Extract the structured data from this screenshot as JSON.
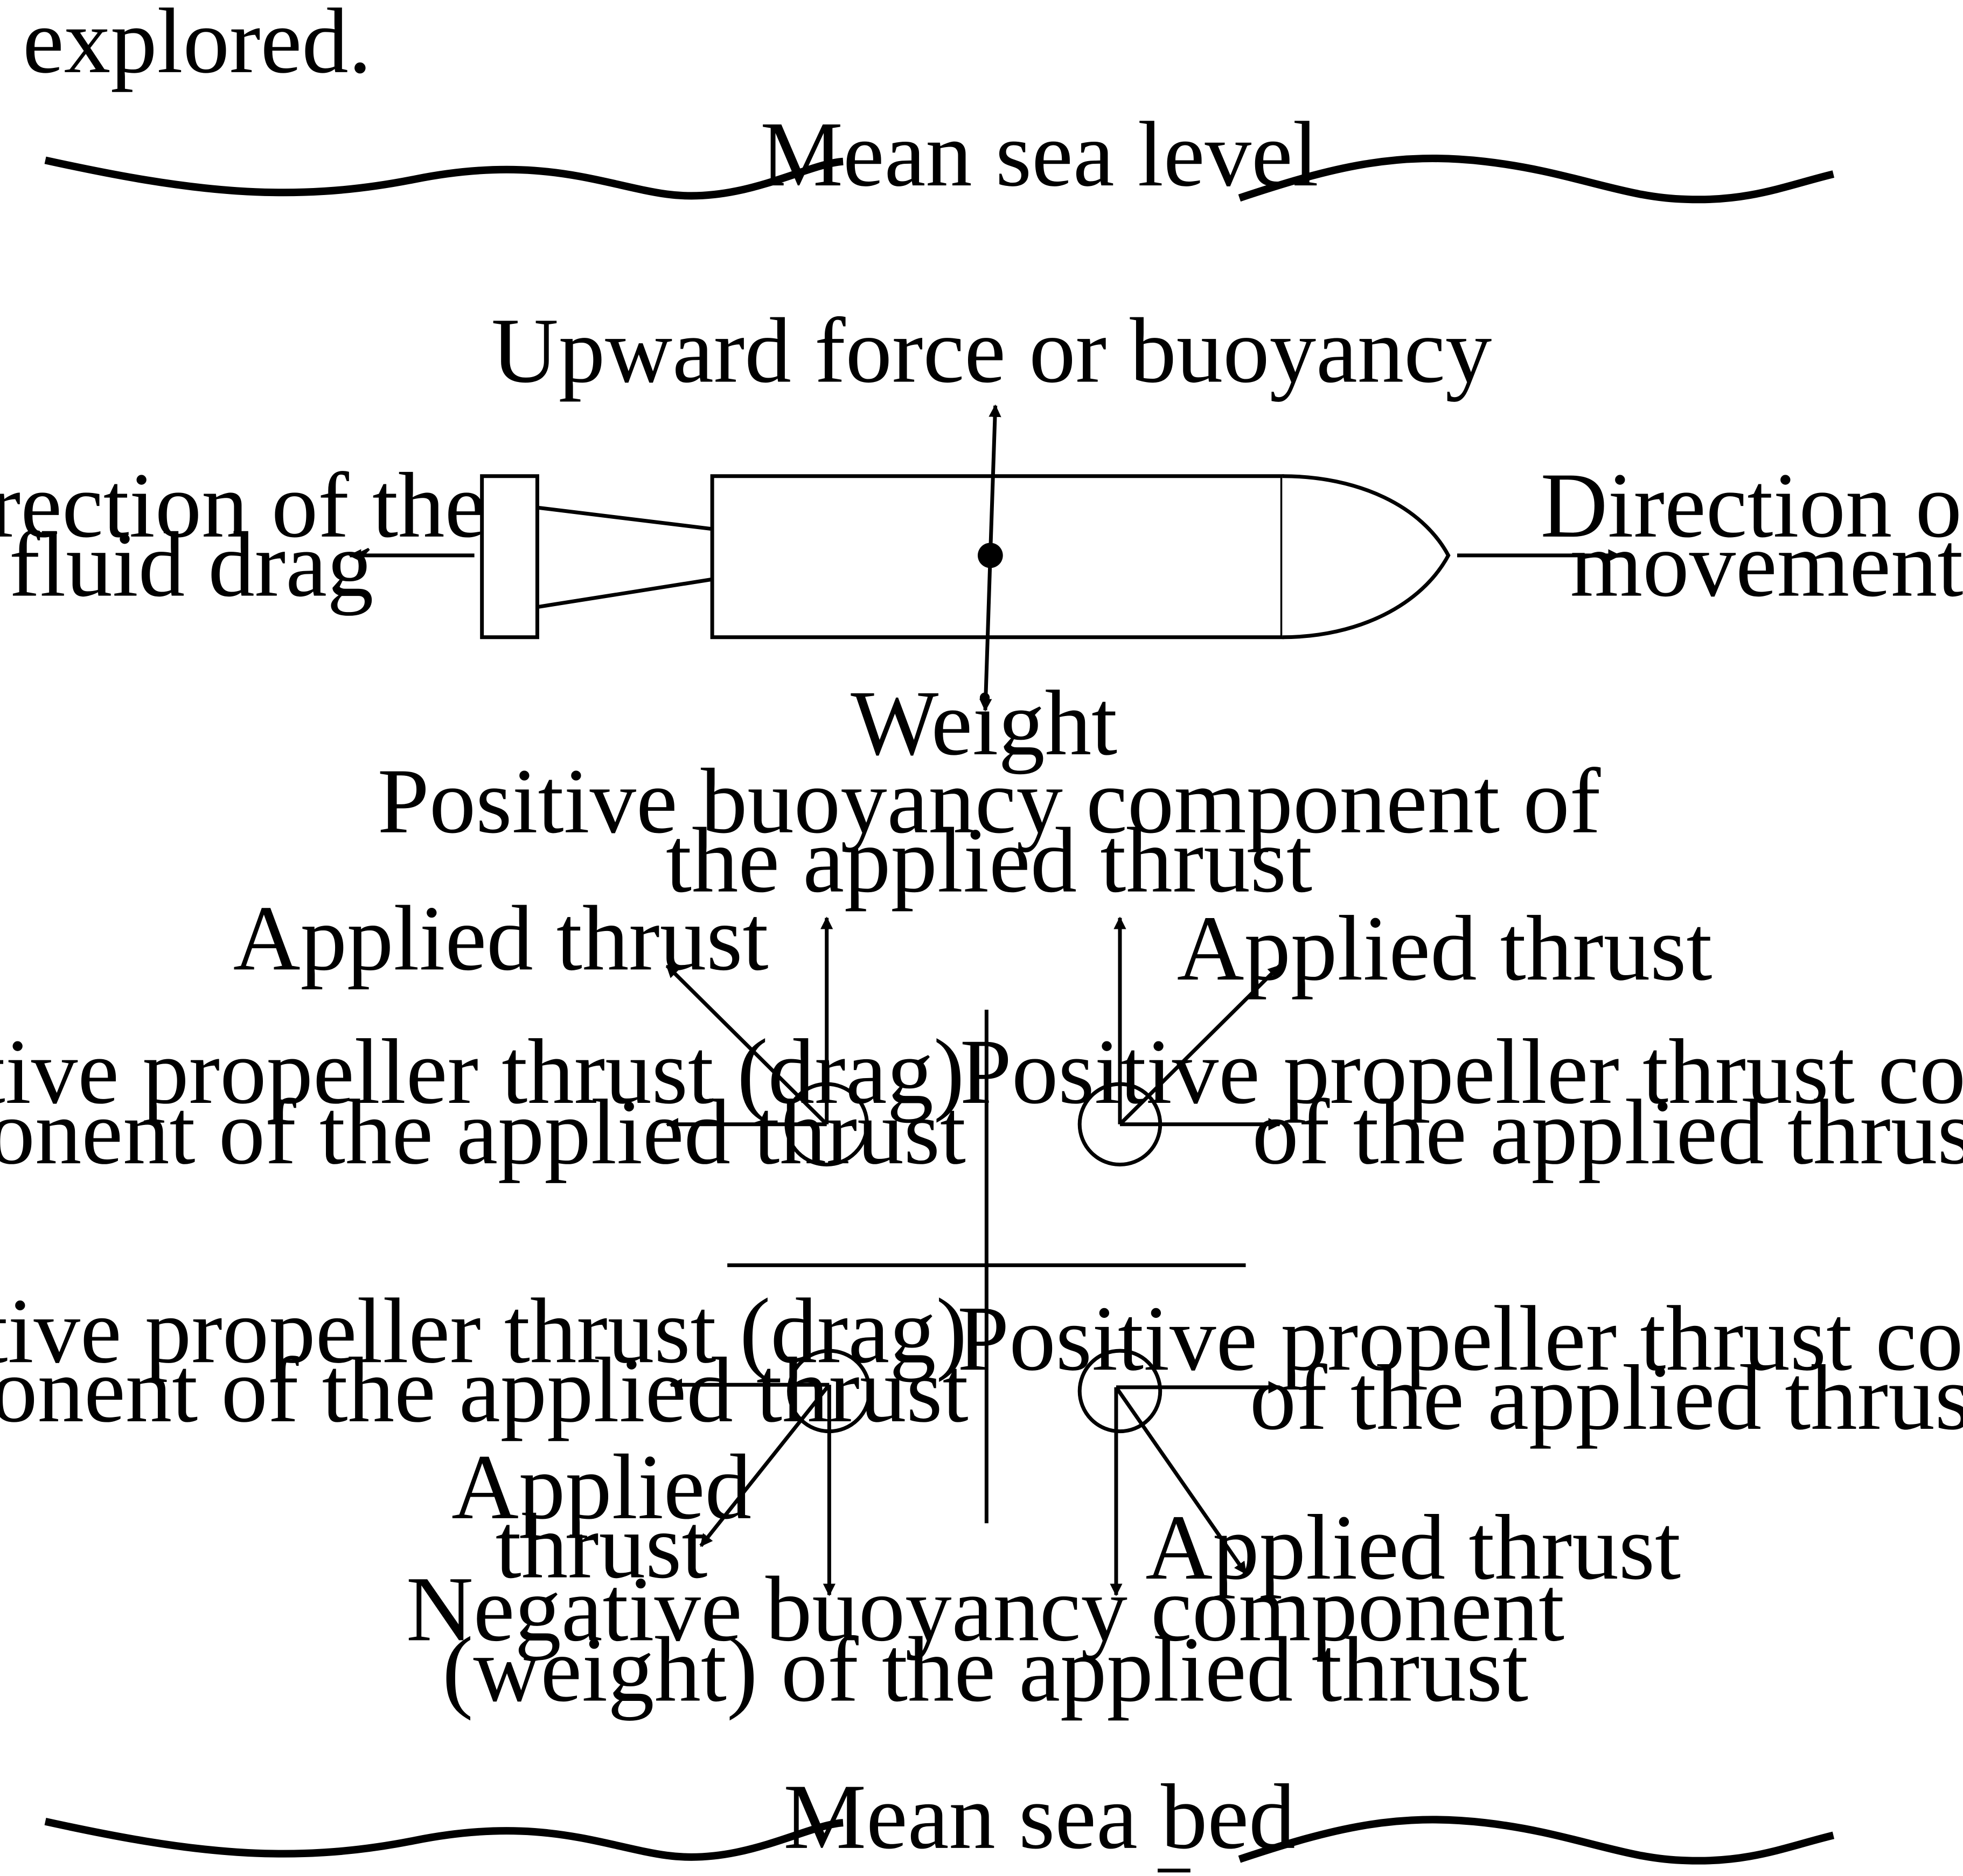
{
  "page_text": "explored.",
  "boundaries": {
    "top": "Mean sea level",
    "bottom": "Mean sea bed"
  },
  "vehicle": {
    "buoyancy_label": "Upward force or buoyancy",
    "weight_label": "Weight",
    "drag_label": [
      "Direction of the",
      "fluid drag"
    ],
    "movement_label": [
      "Direction of",
      "movement"
    ]
  },
  "components": {
    "positive_buoyancy": [
      "Positive buoyancy component of",
      "the applied thrust"
    ],
    "negative_buoyancy": [
      "Negative buoyancy component",
      "(weight) of the applied thrust"
    ],
    "upper_left": {
      "thrust": "Applied thrust",
      "drag": [
        "Negative propeller thrust (drag)",
        "component of the applied thrust"
      ]
    },
    "upper_right": {
      "thrust": "Applied thrust",
      "positive": [
        "Positive propeller thrust component",
        "of the applied thrust"
      ]
    },
    "lower_left": {
      "thrust": [
        "Applied",
        "thrust"
      ],
      "drag": [
        "Negative propeller thrust (drag)",
        "component of the applied thrust"
      ]
    },
    "lower_right": {
      "thrust": "Applied thrust",
      "positive": [
        "Positive propeller thrust component",
        "of the applied thrust"
      ]
    }
  }
}
